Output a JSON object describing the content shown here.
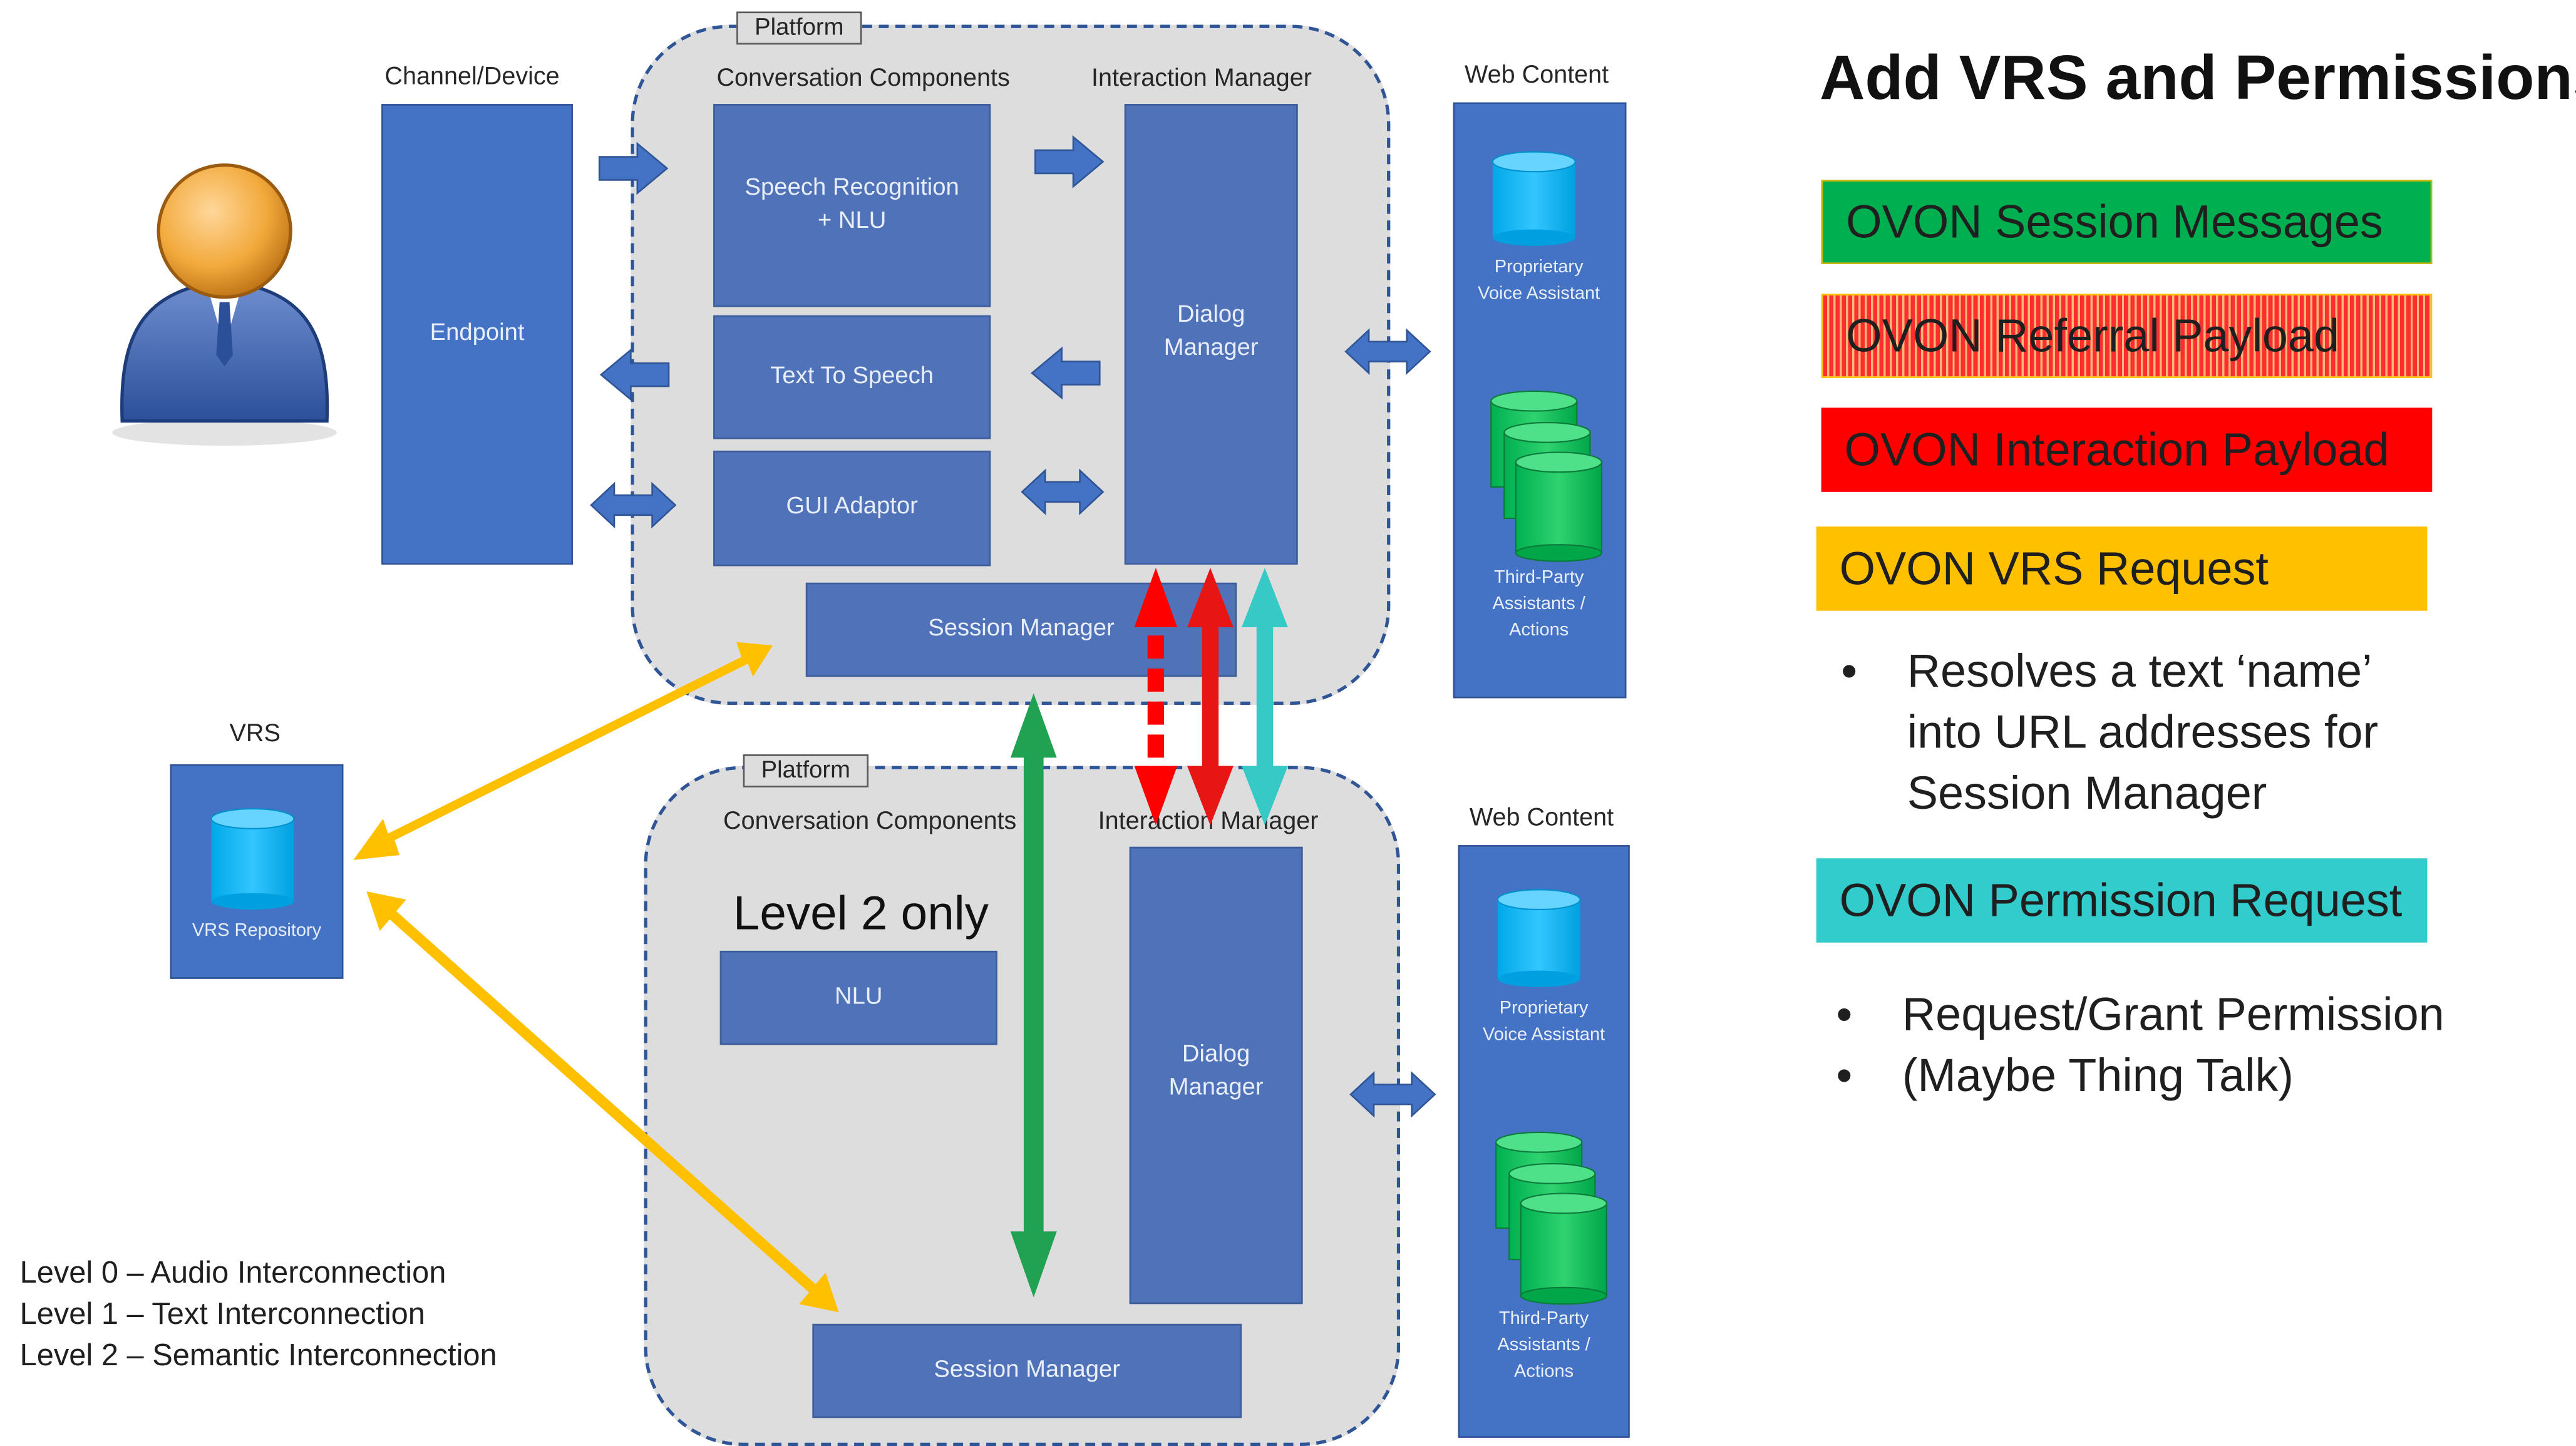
{
  "title": "Add VRS and Permissions",
  "channel_device": {
    "header": "Channel/Device",
    "endpoint": "Endpoint"
  },
  "platform1": {
    "tab": "Platform",
    "conv_header": "Conversation Components",
    "im_header": "Interaction Manager",
    "speech_recognition": [
      "Speech Recognition",
      "+ NLU"
    ],
    "text_to_speech": "Text To Speech",
    "gui_adaptor": "GUI Adaptor",
    "dialog_manager": [
      "Dialog",
      "Manager"
    ],
    "session_manager": "Session Manager"
  },
  "platform2": {
    "tab": "Platform",
    "conv_header": "Conversation Components",
    "im_header": "Interaction Manager",
    "level2_only": "Level 2 only",
    "nlu": "NLU",
    "dialog_manager": [
      "Dialog",
      "Manager"
    ],
    "session_manager": "Session Manager"
  },
  "web_content1": {
    "header": "Web Content",
    "proprietary": [
      "Proprietary",
      "Voice Assistant"
    ],
    "third_party": [
      "Third-Party",
      "Assistants /",
      "Actions"
    ]
  },
  "web_content2": {
    "header": "Web Content",
    "proprietary": [
      "Proprietary",
      "Voice Assistant"
    ],
    "third_party": [
      "Third-Party",
      "Assistants /",
      "Actions"
    ]
  },
  "vrs": {
    "header": "VRS",
    "repository": "VRS Repository"
  },
  "levels": [
    "Level 0 – Audio Interconnection",
    "Level 1 – Text Interconnection",
    "Level 2 – Semantic Interconnection"
  ],
  "legend": {
    "session_messages": "OVON Session Messages",
    "referral_payload": "OVON Referral Payload",
    "interaction_payload": "OVON Interaction Payload",
    "vrs_request": "OVON VRS Request",
    "vrs_bullets": [
      "Resolves a text ‘name’ into URL addresses for Session Manager"
    ],
    "permission_request": "OVON Permission Request",
    "permission_bullets": [
      "Request/Grant Permission",
      "(Maybe Thing Talk)"
    ]
  },
  "colors": {
    "session_green": "#00b050",
    "referral_red_striped": "#ff0000",
    "interaction_red": "#ff0000",
    "vrs_orange": "#ffc000",
    "permission_teal": "#33cccc",
    "block_blue": "#4f72b8",
    "platform_gray": "#dddddd"
  }
}
